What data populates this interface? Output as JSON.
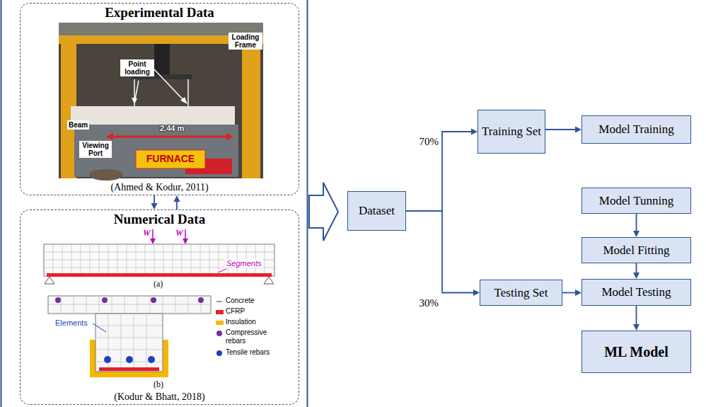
{
  "diagram": {
    "nodes": [
      {
        "text": [
          "Experimental Data",
          "(Ahmed & Kodur, 2011)"
        ]
      },
      {
        "text": [
          "Numerical Data",
          "(Kodur & Bhatt, 2018)"
        ]
      },
      {
        "text": [
          "Dataset"
        ]
      },
      {
        "text": [
          "Training Set"
        ]
      },
      {
        "text": [
          "Model Training"
        ]
      },
      {
        "text": [
          "Model Tunning"
        ]
      },
      {
        "text": [
          "Model Fitting"
        ]
      },
      {
        "text": [
          "Testing Set"
        ]
      },
      {
        "text": [
          "Model Testing"
        ]
      },
      {
        "text": [
          "ML Model"
        ]
      }
    ],
    "edges": [
      {
        "from": 0,
        "to": 1,
        "arrow": "to"
      },
      {
        "from": 1,
        "to": 0,
        "arrow": "to"
      },
      {
        "from": 2,
        "to": 3,
        "arrow": "to",
        "label": "70%"
      },
      {
        "from": 3,
        "to": 4,
        "arrow": "to"
      },
      {
        "from": 2,
        "to": 7,
        "arrow": "to",
        "label": "30%"
      },
      {
        "from": 7,
        "to": 8,
        "arrow": "to"
      },
      {
        "from": 5,
        "to": 6,
        "arrow": "to"
      },
      {
        "from": 6,
        "to": 8,
        "arrow": "to"
      },
      {
        "from": 8,
        "to": 9,
        "arrow": "to"
      }
    ],
    "labels": [
      "Loading Frame",
      "Point loading",
      "Beam",
      "2.44 m",
      "Viewing Port",
      "FURNACE",
      "W",
      "W",
      "Segments",
      "(a)",
      "Elements",
      "(b)"
    ],
    "legend": [
      {
        "text": "Concrete"
      },
      {
        "text": "CFRP",
        "color": "#e8202a"
      },
      {
        "text": "Insulation",
        "color": "#f5b800"
      },
      {
        "text": "Compressive rebars"
      },
      {
        "text": "Tensile rebars"
      }
    ]
  }
}
